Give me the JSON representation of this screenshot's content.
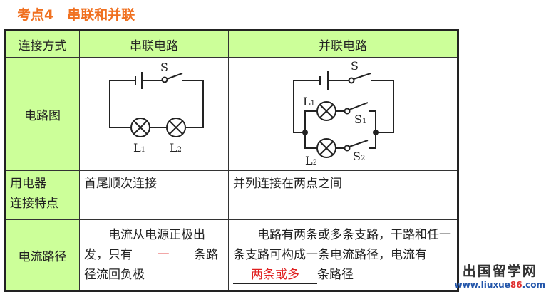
{
  "title": "考点4　串联和并联",
  "headers": [
    "连接方式",
    "串联电路",
    "并联电路"
  ],
  "rows": [
    {
      "label": "电路图"
    },
    {
      "label_line1": "用电器",
      "label_line2": "连接特点",
      "series": "首尾顺次连接",
      "parallel": "并列连接在两点之间"
    },
    {
      "label": "电流路径",
      "series_a": "电流从电源正极出发，只有",
      "series_blank": "一",
      "series_b": "条路径流回负极",
      "parallel_a": "电路有两条或多条支路，干路和任一条支路可构成一条电流路径，电流有",
      "parallel_blank": "两条或多",
      "parallel_b": "条路径"
    }
  ],
  "diagram_labels": {
    "s": "S",
    "l1": "L",
    "l2": "L",
    "s1": "S",
    "s2": "S",
    "sub1": "1",
    "sub2": "2"
  },
  "watermark": {
    "line1": "出国留学网",
    "url_a": "www.liuxue",
    "url_b": "86",
    ".com": ".com"
  }
}
